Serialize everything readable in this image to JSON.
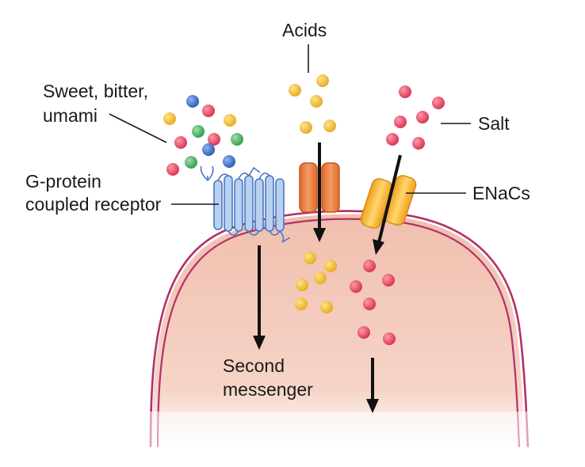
{
  "labels": {
    "sweet_line1": "Sweet, bitter,",
    "sweet_line2": "umami",
    "acids": "Acids",
    "salt": "Salt",
    "gpcr_line1": "G-protein",
    "gpcr_line2": "coupled receptor",
    "enacs": "ENaCs",
    "second_line1": "Second",
    "second_line2": "messenger"
  },
  "colors": {
    "cell_fill_top": "#f2c4b2",
    "cell_fill_bottom": "#fbe8e0",
    "membrane": "#b3306a",
    "molecule_red": "#e0435f",
    "molecule_yellow": "#f2c13c",
    "molecule_green": "#4aab5f",
    "molecule_blue": "#3a6fc2",
    "gpcr": "#7fa7dc",
    "acid_channel": "#e8733a",
    "enac_channel": "#f4a824"
  },
  "icons": {
    "gpcr": "g-protein-coupled-receptor-icon",
    "acid_channel": "acid-ion-channel-icon",
    "enac": "enac-channel-icon"
  }
}
